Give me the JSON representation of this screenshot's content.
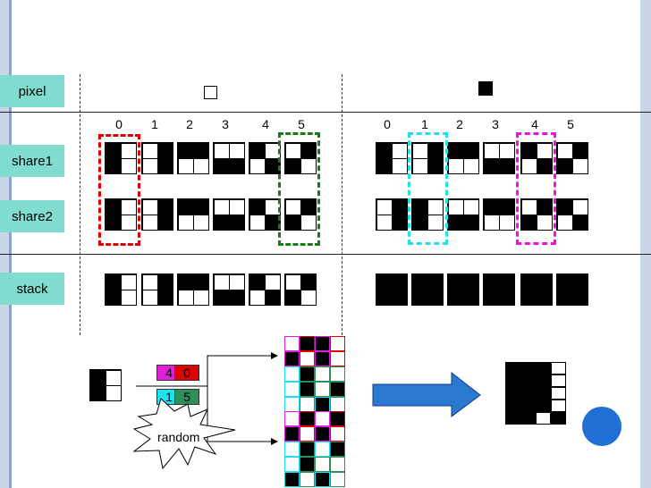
{
  "labels": {
    "pixel": "pixel",
    "share1": "share1",
    "share2": "share2",
    "stack": "stack"
  },
  "indices_left": [
    "0",
    "1",
    "2",
    "3",
    "4",
    "5"
  ],
  "indices_right": [
    "0",
    "1",
    "2",
    "3",
    "4",
    "5"
  ],
  "key": {
    "top_left": "4",
    "top_right": "0",
    "bottom_left": "1",
    "bottom_right": "5"
  },
  "random_label": "random",
  "colors": {
    "label_bg": "#7fdccf",
    "red": "#e00000",
    "green": "#1a7a1a",
    "cyan": "#21e0e8",
    "magenta": "#ee10e0",
    "arrow": "#2a78d0",
    "circle": "#1f6fd6",
    "key_magenta": "#e020d8",
    "key_red": "#e00000",
    "key_cyan": "#20e0f0",
    "key_green": "#2f8f5a"
  },
  "patterns": {
    "p0": [
      [
        1,
        0
      ],
      [
        1,
        0
      ]
    ],
    "p1": [
      [
        0,
        1
      ],
      [
        0,
        1
      ]
    ],
    "p2": [
      [
        1,
        1
      ],
      [
        0,
        0
      ]
    ],
    "p3": [
      [
        0,
        0
      ],
      [
        1,
        1
      ]
    ],
    "p4": [
      [
        1,
        0
      ],
      [
        0,
        1
      ]
    ],
    "p5": [
      [
        0,
        1
      ],
      [
        1,
        0
      ]
    ]
  }
}
